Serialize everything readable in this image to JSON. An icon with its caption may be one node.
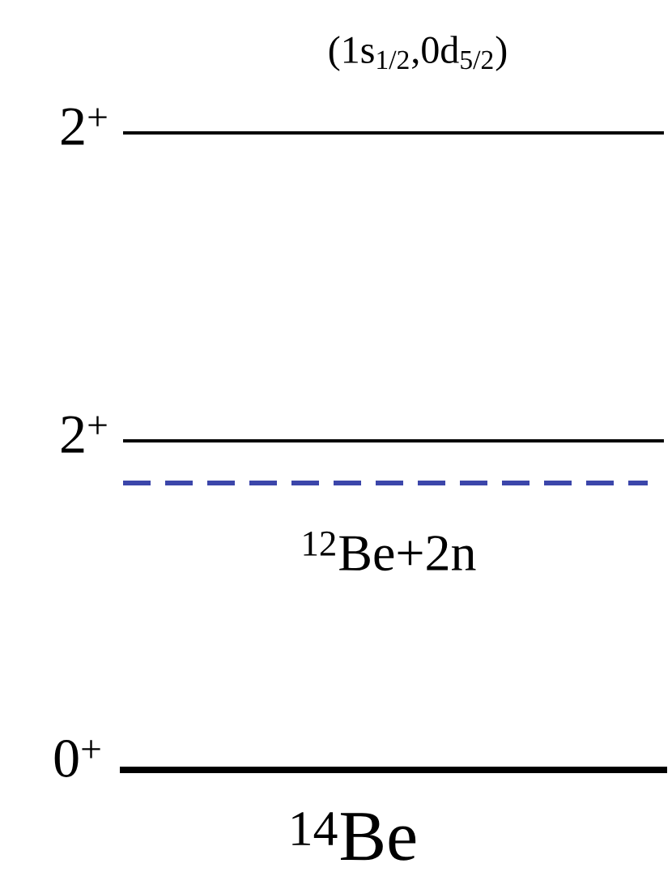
{
  "diagram": {
    "labels": [
      "(1s$_{1/2}$,0d$_{5/2}$)",
      "2$^{+}$",
      "2$^{+}$",
      "$^{12}$Be+2n",
      "0$^{+}$",
      "$^{14}$Be"
    ]
  }
}
